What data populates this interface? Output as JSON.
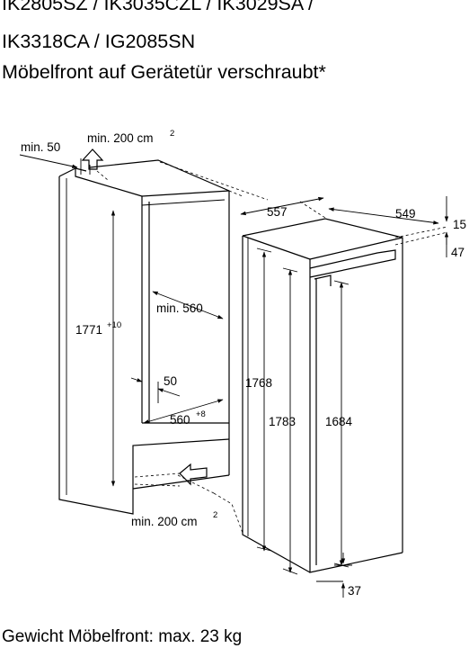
{
  "heading": {
    "line1": "IK2805SZ / IK3035CZL / IK3029SA /",
    "line2": "IK3318CA / IG2085SN",
    "line3": "Möbelfront auf Gerätetür verschraubt*"
  },
  "niche": {
    "vent_top": {
      "value": "min. 200 cm",
      "exp": "2"
    },
    "top_depth": "min. 50",
    "height": {
      "value": "1771",
      "tol": "+10"
    },
    "depth": "min. 560",
    "bottom_depth": "50",
    "width": {
      "value": "560",
      "tol": "+8"
    },
    "vent_bottom": {
      "value": "min. 200 cm",
      "exp": "2"
    }
  },
  "appliance": {
    "depth": "557",
    "width": "549",
    "top_gap": "15",
    "front_offset": "47",
    "body_height": "1768",
    "total_height": "1783",
    "door_height": "1684",
    "bottom_gap": "37"
  },
  "footer": {
    "text": "Gewicht Möbelfront: max. 23 kg"
  }
}
